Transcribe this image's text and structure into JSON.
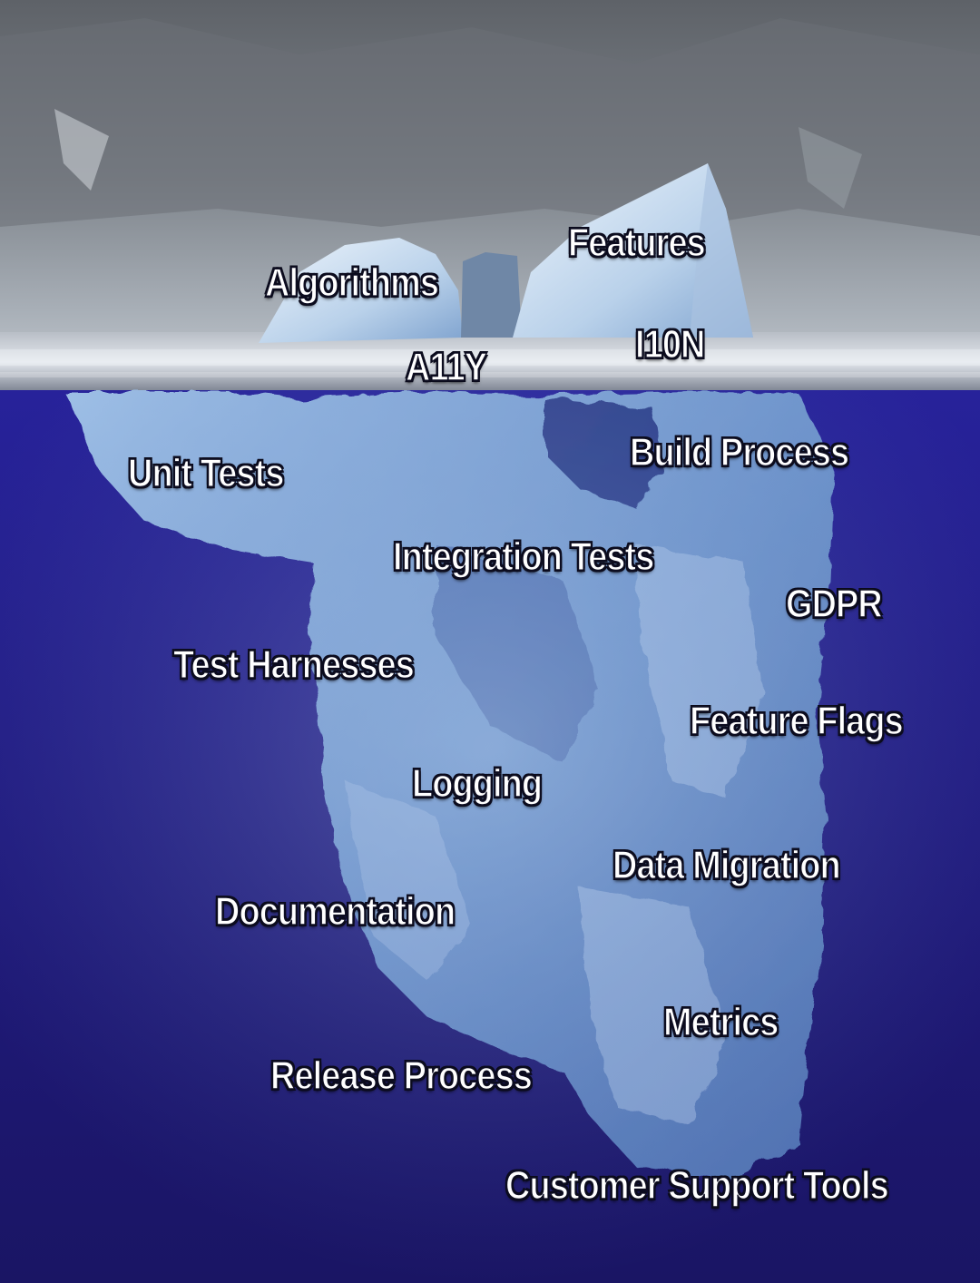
{
  "labels": {
    "algorithms": "Algorithms",
    "features": "Features",
    "a11y": "A11Y",
    "i10n": "I10N",
    "unit_tests": "Unit Tests",
    "build_process": "Build Process",
    "integration_tests": "Integration Tests",
    "gdpr": "GDPR",
    "test_harnesses": "Test Harnesses",
    "feature_flags": "Feature Flags",
    "logging": "Logging",
    "data_migration": "Data Migration",
    "documentation": "Documentation",
    "metrics": "Metrics",
    "release_process": "Release Process",
    "customer_support_tools": "Customer Support Tools"
  },
  "colors": {
    "sky": "#8a9096",
    "deep_water": "#1c1770",
    "ice": "#a9c4e4",
    "label_text": "#ffffff",
    "label_outline": "#0b0b1c"
  }
}
